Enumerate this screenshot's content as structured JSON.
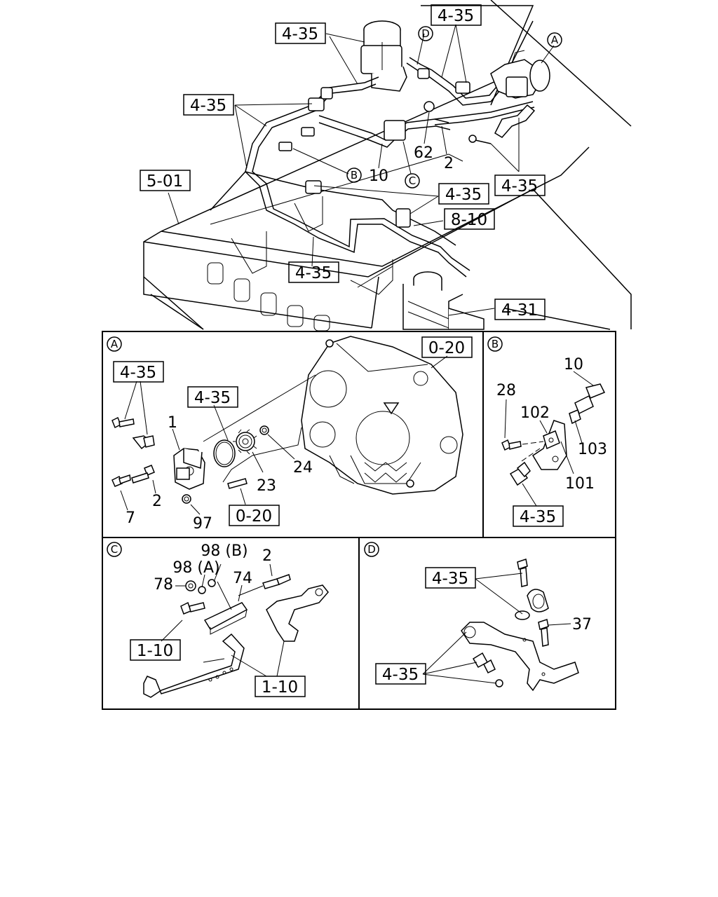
{
  "refs": {
    "r4_35": "4-35",
    "r5_01": "5-01",
    "r8_10": "8-10",
    "r4_31": "4-31",
    "r0_20": "0-20",
    "r1_10": "1-10"
  },
  "views": {
    "a": "A",
    "b": "B",
    "c": "C",
    "d": "D"
  },
  "parts": {
    "p10": "10",
    "p62": "62",
    "p2": "2",
    "p1": "1",
    "p7": "7",
    "p97": "97",
    "p23": "23",
    "p24": "24",
    "p28": "28",
    "p102": "102",
    "p103": "103",
    "p101": "101",
    "p78": "78",
    "p98a": "98 (A)",
    "p98b": "98 (B)",
    "p74": "74",
    "p37": "37"
  }
}
